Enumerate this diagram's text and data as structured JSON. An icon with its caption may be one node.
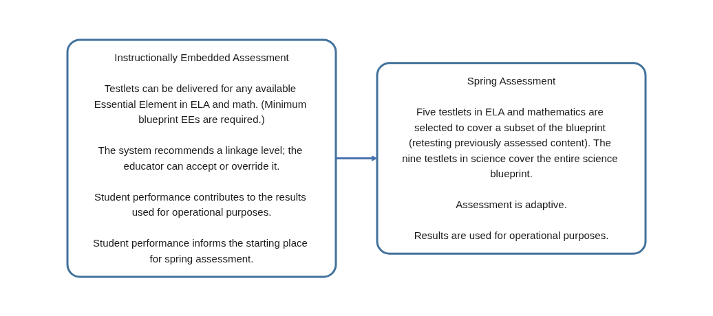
{
  "diagram": {
    "nodes": [
      {
        "text": [
          "Instructionally Embedded Assessment",
          "Testlets can be delivered for any available Essential Element in ELA and math. (Minimum blueprint EEs are required.)",
          "The system recommends a linkage level; the educator can accept or override it.",
          "Student performance contributes to the results used for operational purposes.",
          "Student performance informs the starting place for spring assessment."
        ]
      },
      {
        "text": [
          "Spring Assessment",
          "Five testlets in ELA and mathematics are selected to cover a subset of the blueprint (retesting previously assessed content). The nine testlets in science cover the entire science blueprint.",
          "Assessment is adaptive.",
          "Results are used for operational purposes."
        ]
      }
    ],
    "edges": [
      {
        "from": 0,
        "to": 1,
        "arrow": "to"
      }
    ]
  }
}
